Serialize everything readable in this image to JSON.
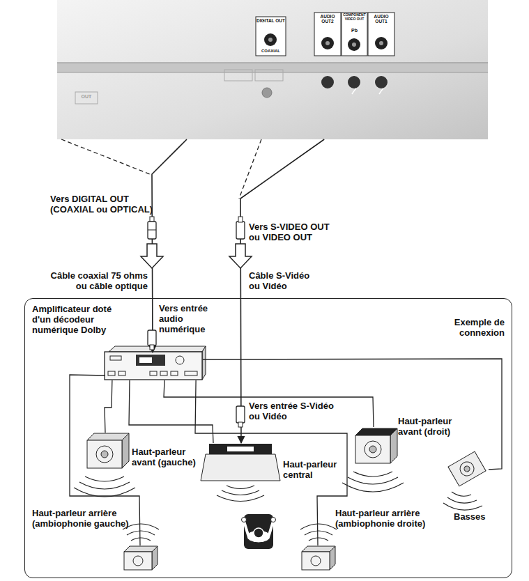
{
  "diagram": {
    "nodes": [
      {
        "text": [
          "OUT",
          "DIGITAL OUT",
          "COAXIAL",
          "AUDIO OUT2",
          "COMPONENT VIDEO OUT",
          "Pb",
          "AUDIO OUT1"
        ]
      },
      {
        "text": [
          "Exemple de connexion"
        ]
      },
      {
        "text": [
          "Amplificateur doté d'un décodeur numérique Dolby"
        ],
        "in": 1
      },
      {
        "text": [
          "Haut-parleur avant (gauche)"
        ],
        "in": 1
      },
      {
        "text": [
          "Haut-parleur central"
        ],
        "in": 1
      },
      {
        "text": [
          "Haut-parleur avant (droit)"
        ],
        "in": 1
      },
      {
        "text": [
          "Basses"
        ],
        "in": 1
      },
      {
        "text": [
          "Haut-parleur arrière (ambiophonie gauche)"
        ],
        "in": 1
      },
      {
        "text": [
          "Haut-parleur arrière (ambiophonie droite)"
        ],
        "in": 1
      }
    ],
    "edges": [
      {
        "from": 0,
        "to": 2,
        "arrow": "to",
        "label": "Câble coaxial 75 ohms ou câble optique"
      },
      {
        "from": 0,
        "to": 4,
        "arrow": "to",
        "label": "Câble S-Vidéo ou Vidéo"
      },
      {
        "from": 2,
        "to": 3,
        "arrow": "none"
      },
      {
        "from": 2,
        "to": 4,
        "arrow": "none"
      },
      {
        "from": 2,
        "to": 5,
        "arrow": "none"
      },
      {
        "from": 2,
        "to": 6,
        "arrow": "none"
      },
      {
        "from": 2,
        "to": 7,
        "arrow": "none"
      },
      {
        "from": 2,
        "to": 8,
        "arrow": "none"
      }
    ],
    "labels": [
      "Vers DIGITAL OUT (COAXIAL ou OPTICAL)",
      "Vers S-VIDEO OUT ou VIDEO OUT",
      "Vers entrée audio numérique",
      "Vers entrée S-Vidéo ou Vidéo"
    ]
  }
}
